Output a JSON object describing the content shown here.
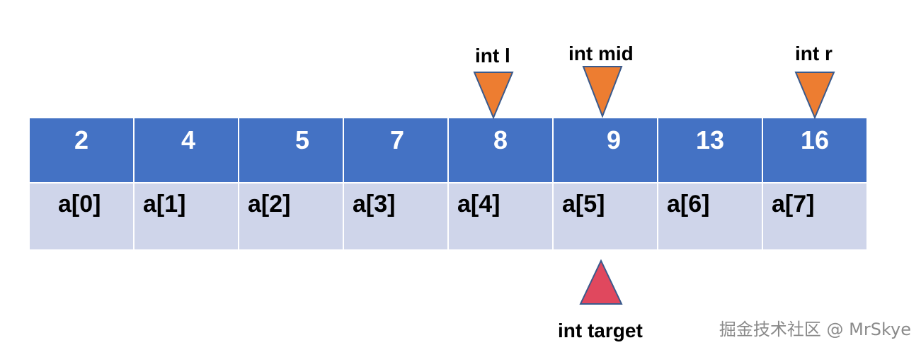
{
  "array": {
    "values": [
      "2",
      "4",
      "5",
      "7",
      "8",
      "9",
      "13",
      "16"
    ],
    "indices": [
      "a[0]",
      "a[1]",
      "a[2]",
      "a[3]",
      "a[4]",
      "a[5]",
      "a[6]",
      "a[7]"
    ]
  },
  "pointers": {
    "l": "int l",
    "mid": "int mid",
    "r": "int r",
    "target": "int target"
  },
  "colors": {
    "value_cell": "#4472c4",
    "index_cell": "#cfd5ea",
    "pointer_triangle": "#ed7d31",
    "target_triangle": "#e0485e"
  },
  "watermark": "掘金技术社区 @ MrSkye"
}
